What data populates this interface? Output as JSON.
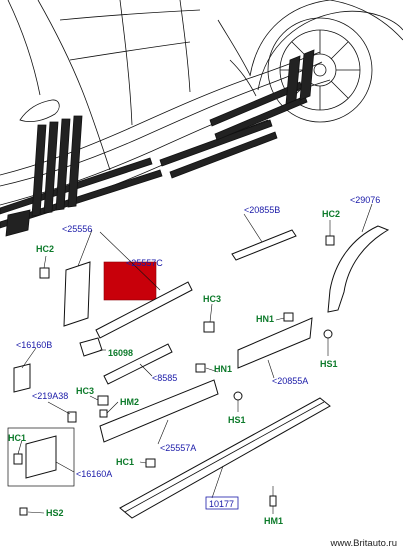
{
  "labels": {
    "p25556": "<25556",
    "p25557c": "<25557C",
    "p20855b": "<20855B",
    "p29076": "<29076",
    "hc2_a": "HC2",
    "hc2_b": "HC2",
    "hc3_a": "HC3",
    "hc3_b": "HC3",
    "hn1_a": "HN1",
    "hn1_b": "HN1",
    "hm2": "HM2",
    "hs1_a": "HS1",
    "hs1_b": "HS1",
    "p16160b": "<16160B",
    "p16098": "16098",
    "p8585": "<8585",
    "p20855a": "<20855A",
    "p219a38": "<219A38",
    "hc1_a": "HC1",
    "hc1_b": "HC1",
    "p16160a": "<16160A",
    "p25557a": "<25557A",
    "hs2": "HS2",
    "p10177": "10177",
    "hm1": "HM1"
  },
  "highlight_color": "#c8000a",
  "callout_colors": {
    "part_number": "#1a1aa8",
    "hardware": "#0c7a2a"
  },
  "watermark": "www.Britauto.ru"
}
